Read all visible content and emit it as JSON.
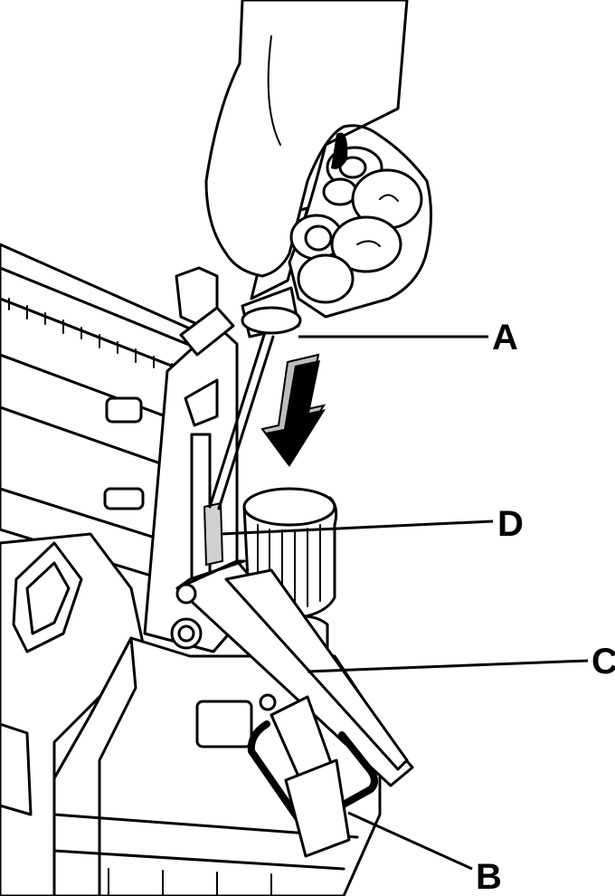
{
  "callouts": {
    "a": {
      "label": "A"
    },
    "b": {
      "label": "B"
    },
    "c": {
      "label": "C"
    },
    "d": {
      "label": "D"
    }
  },
  "colors": {
    "line": "#000000",
    "background": "#ffffff",
    "arrow_fill": "#000000",
    "arrow_highlight": "#bdbdbd",
    "shaded_part": "#d0d0d0"
  }
}
